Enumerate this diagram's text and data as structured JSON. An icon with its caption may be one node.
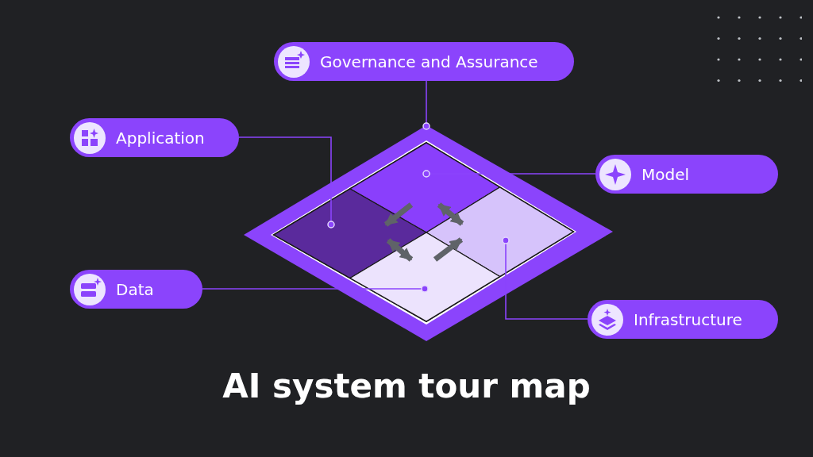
{
  "diagram": {
    "title": "AI system tour map",
    "nodes": [
      {
        "text": [
          "Governance and Assurance"
        ]
      },
      {
        "text": [
          "Application"
        ]
      },
      {
        "text": [
          "Model"
        ]
      },
      {
        "text": [
          "Data"
        ]
      },
      {
        "text": [
          "Infrastructure"
        ]
      },
      {
        "text": [],
        "shape": "diamond"
      },
      {
        "text": [],
        "shape": "diamond",
        "in": 5
      },
      {
        "text": [],
        "shape": "diamond",
        "in": 5
      },
      {
        "text": [],
        "shape": "diamond",
        "in": 5
      },
      {
        "text": [],
        "shape": "diamond",
        "in": 5
      }
    ],
    "edges": [
      {
        "from": 0,
        "to": 5,
        "arrow": "other"
      },
      {
        "from": 1,
        "to": 7,
        "arrow": "other"
      },
      {
        "from": 2,
        "to": 6,
        "arrow": "other"
      },
      {
        "from": 3,
        "to": 9,
        "arrow": "other"
      },
      {
        "from": 4,
        "to": 8,
        "arrow": "other"
      },
      {
        "from": 6,
        "to": 7,
        "arrow": "to",
        "style": "thick",
        "color": "#5f6368"
      },
      {
        "from": 6,
        "to": 8,
        "arrow": "both",
        "style": "thick",
        "color": "#5f6368"
      },
      {
        "from": 7,
        "to": 9,
        "arrow": "both",
        "style": "thick",
        "color": "#5f6368"
      },
      {
        "from": 9,
        "to": 8,
        "arrow": "to",
        "style": "thick",
        "color": "#5f6368"
      }
    ]
  }
}
